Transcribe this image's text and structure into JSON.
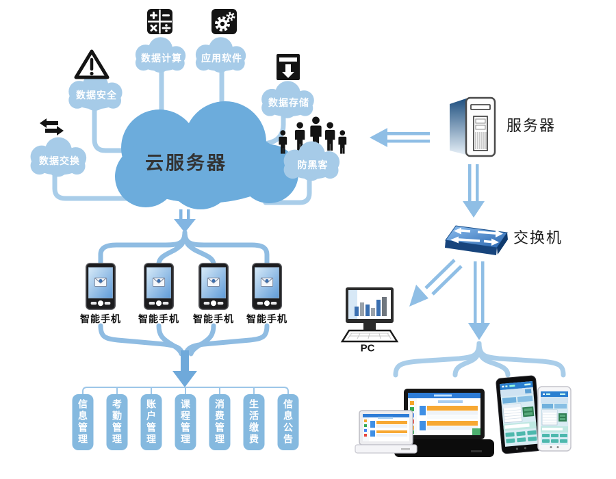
{
  "central_cloud": {
    "label": "云服务器"
  },
  "service_clouds": [
    {
      "label": "数据安全",
      "icon": "warning-triangle-icon"
    },
    {
      "label": "数据计算",
      "icon": "calculator-icon"
    },
    {
      "label": "应用软件",
      "icon": "gear-icon"
    },
    {
      "label": "数据存储",
      "icon": "download-icon"
    },
    {
      "label": "数据交换",
      "icon": "exchange-arrows-icon"
    },
    {
      "label": "防黑客",
      "icon": "people-group-icon"
    }
  ],
  "server": {
    "label": "服务器"
  },
  "switch": {
    "label": "交换机"
  },
  "pc": {
    "label": "PC"
  },
  "smartphones": [
    {
      "label": "智能手机"
    },
    {
      "label": "智能手机"
    },
    {
      "label": "智能手机"
    },
    {
      "label": "智能手机"
    }
  ],
  "modules": [
    {
      "label": "信息管理"
    },
    {
      "label": "考勤管理"
    },
    {
      "label": "账户管理"
    },
    {
      "label": "课程管理"
    },
    {
      "label": "消费管理"
    },
    {
      "label": "生活缴费"
    },
    {
      "label": "信息公告"
    }
  ],
  "calculator_glyphs": [
    "+",
    "-",
    "×",
    "÷"
  ],
  "colors": {
    "central_cloud": "#6CACDC",
    "service_cloud": "#A6CBE8",
    "connector": "#A9CDE9",
    "device_connector": "#8FBCE2",
    "arrow": "#8FBEE5",
    "merge_arrow": "#6FA9DA",
    "module_box": "#85B9DF",
    "icon_black": "#141414",
    "switch_blue": "#2E6DB4"
  }
}
